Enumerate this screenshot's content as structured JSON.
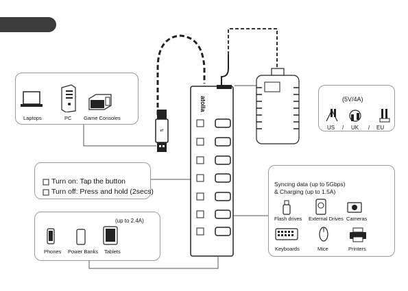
{
  "brand": "atolla",
  "sources": {
    "laptops": "Laptops",
    "pc": "PC",
    "consoles": "Game Consoles"
  },
  "power": {
    "rating": "(5V/4A)",
    "regions": [
      "US",
      "/",
      "UK",
      "/",
      "EU"
    ]
  },
  "switch": {
    "turn_on": "Turn on: Tap the button",
    "turn_off": "Turn off: Press and hold (2secs)"
  },
  "charging": {
    "rating": "(up to 2.4A)",
    "phones": "Phones",
    "power_banks": "Power Banks",
    "tablets": "Tablets"
  },
  "devices": {
    "heading_line1": "Syncing data (up to 5Gbps)",
    "heading_line2": "& Charging (up to 1.5A)",
    "flash": "Flash drives",
    "external": "External Drives",
    "cameras": "Cameras",
    "keyboards": "Keyboards",
    "mice": "Mice",
    "printers": "Printers"
  }
}
